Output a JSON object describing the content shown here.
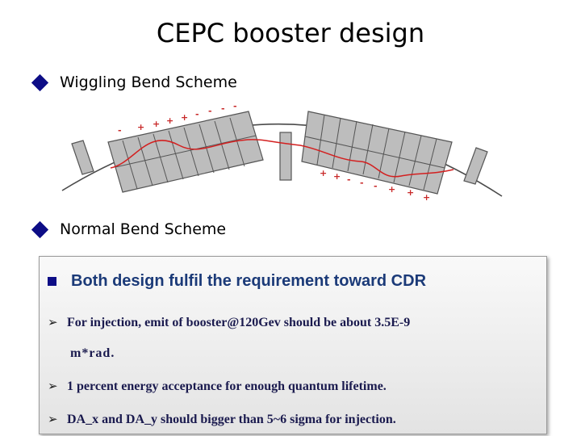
{
  "title": "CEPC booster design",
  "bullets": [
    {
      "text": "Wiggling Bend Scheme"
    },
    {
      "text": "Normal Bend Scheme"
    }
  ],
  "box": {
    "heading": "Both design fulfil the requirement toward CDR",
    "items": [
      {
        "text": "For injection, emit of booster@120Gev should be about 3.5E-9",
        "continuation": "m*rad."
      },
      {
        "text": "1 percent energy acceptance for enough quantum lifetime."
      },
      {
        "text": "DA_x and DA_y should bigger than 5~6 sigma for injection."
      }
    ]
  },
  "diagram": {
    "signs_left": [
      "-",
      "+",
      "+",
      "+",
      "+",
      "-",
      "-",
      "-",
      "-"
    ],
    "signs_right": [
      "+",
      "+",
      "-",
      "-",
      "-",
      "+",
      "+",
      "+"
    ],
    "colors": {
      "magnet": "#bdbdbd",
      "magnet_edge": "#555555",
      "orbit": "#d32020",
      "signs": "#c82828"
    }
  }
}
